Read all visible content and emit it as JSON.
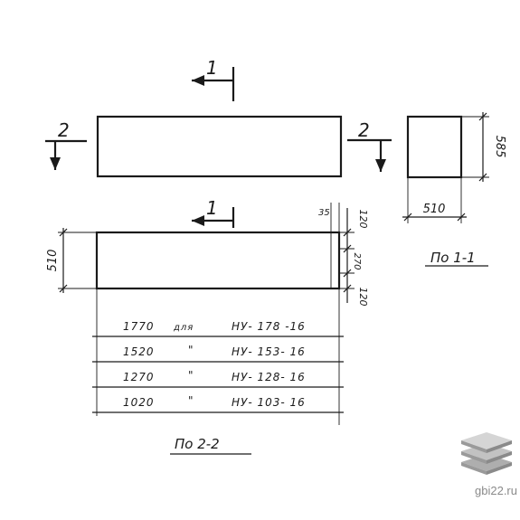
{
  "sections": {
    "cut_1": "1",
    "cut_2": "2",
    "section_1_title": "По 1-1",
    "section_2_title": "По 2-2"
  },
  "dimensions": {
    "height_585": "585",
    "width_510": "510",
    "height_510": "510",
    "d_35": "35",
    "d_120_top": "120",
    "d_270": "270",
    "d_120_bottom": "120"
  },
  "lengths_table": [
    {
      "length": "1770",
      "note": "для",
      "mark": "НУ- 178 -16"
    },
    {
      "length": "1520",
      "note": "\"",
      "mark": "НУ- 153- 16"
    },
    {
      "length": "1270",
      "note": "\"",
      "mark": "НУ- 128- 16"
    },
    {
      "length": "1020",
      "note": "\"",
      "mark": "НУ- 103- 16"
    }
  ],
  "watermark": {
    "site": "gbi22.ru",
    "logo_icon": "stacked-slabs-icon",
    "logo_colors": [
      "#d5d5d5",
      "#c2c2c2",
      "#aeaeae"
    ]
  }
}
